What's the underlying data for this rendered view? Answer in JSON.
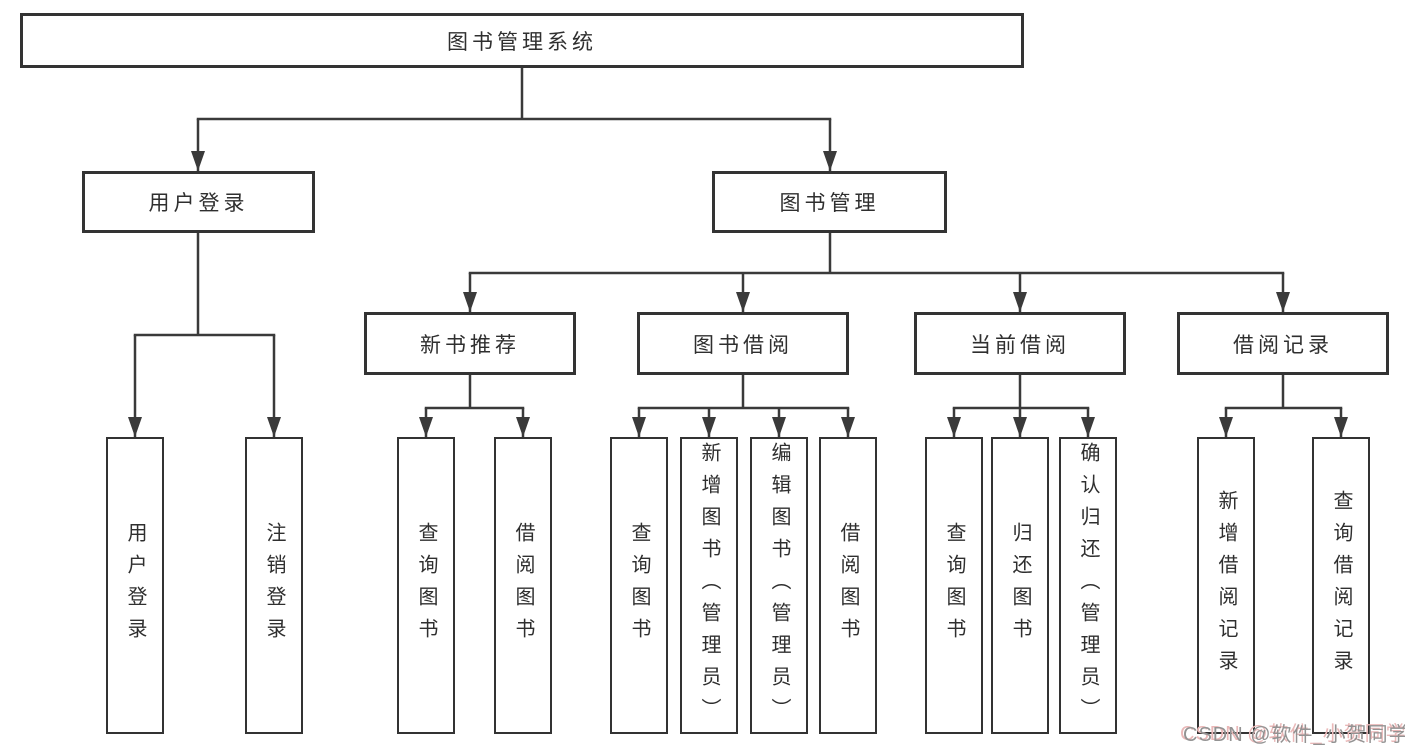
{
  "diagram": {
    "type": "hierarchy-chart",
    "title": "图书管理系统"
  },
  "tree": {
    "root": {
      "label": "图书管理系统"
    },
    "branches": [
      {
        "label": "用户登录",
        "children": [
          {
            "label": "用户登录"
          },
          {
            "label": "注销登录"
          }
        ]
      },
      {
        "label": "图书管理",
        "children": [
          {
            "label": "新书推荐",
            "children": [
              {
                "label": "查询图书"
              },
              {
                "label": "借阅图书"
              }
            ]
          },
          {
            "label": "图书借阅",
            "children": [
              {
                "label": "查询图书"
              },
              {
                "label": "新增图书（管理员）"
              },
              {
                "label": "编辑图书（管理员）"
              },
              {
                "label": "借阅图书"
              }
            ]
          },
          {
            "label": "当前借阅",
            "children": [
              {
                "label": "查询图书"
              },
              {
                "label": "归还图书"
              },
              {
                "label": "确认归还（管理员）"
              }
            ]
          },
          {
            "label": "借阅记录",
            "children": [
              {
                "label": "新增借阅记录"
              },
              {
                "label": "查询借阅记录"
              }
            ]
          }
        ]
      }
    ]
  },
  "watermark": {
    "text": "CSDN @软件_小贺同学",
    "color": "#939393",
    "shadow_color": "#eab8b8"
  },
  "colors": {
    "line": "#3a3a3a",
    "box_border": "#333333",
    "box_fill": "#ffffff",
    "text": "#2f2f2f",
    "background": "#ffffff"
  }
}
